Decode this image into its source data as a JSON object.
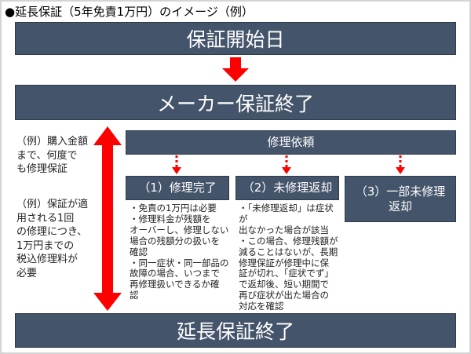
{
  "title": "●延長保証（5年免責1万円）のイメージ（例）",
  "start": "保証開始日",
  "maker_end": "メーカー保証終了",
  "extended_end": "延長保証終了",
  "left_notes": [
    "（例）購入金額\nまで、何度で\nも修理保証",
    "（例）保証が適\n用される1回\nの修理につき、\n1万円までの\n税込修理料が\n必要"
  ],
  "repair_request": "修理依頼",
  "outcomes": [
    {
      "label": "（1）修理完了",
      "detail": "・免責の1万円は必要\n・修理料金が残額を\nオーバーし、修理しない\n場合の残額分の扱いを\n確認\n・同一症状・同一部品の\n故障の場合、いつまで\n再修理扱いできるか確\n認"
    },
    {
      "label": "（2）未修理返却",
      "detail": "・「未修理返却」は症状が\n出なかった場合が該当\n・この場合、修理残額が\n減ることはないが、長期\n修理保証が修理中に保\n証が切れ、「症状でず」\nで返却後、短い期間で\n再び症状が出た場合の\n対応を確認"
    },
    {
      "label": "（3）一部未修理\n返却"
    }
  ],
  "colors": {
    "box": "#44546a",
    "arrow": "#ff0000"
  }
}
